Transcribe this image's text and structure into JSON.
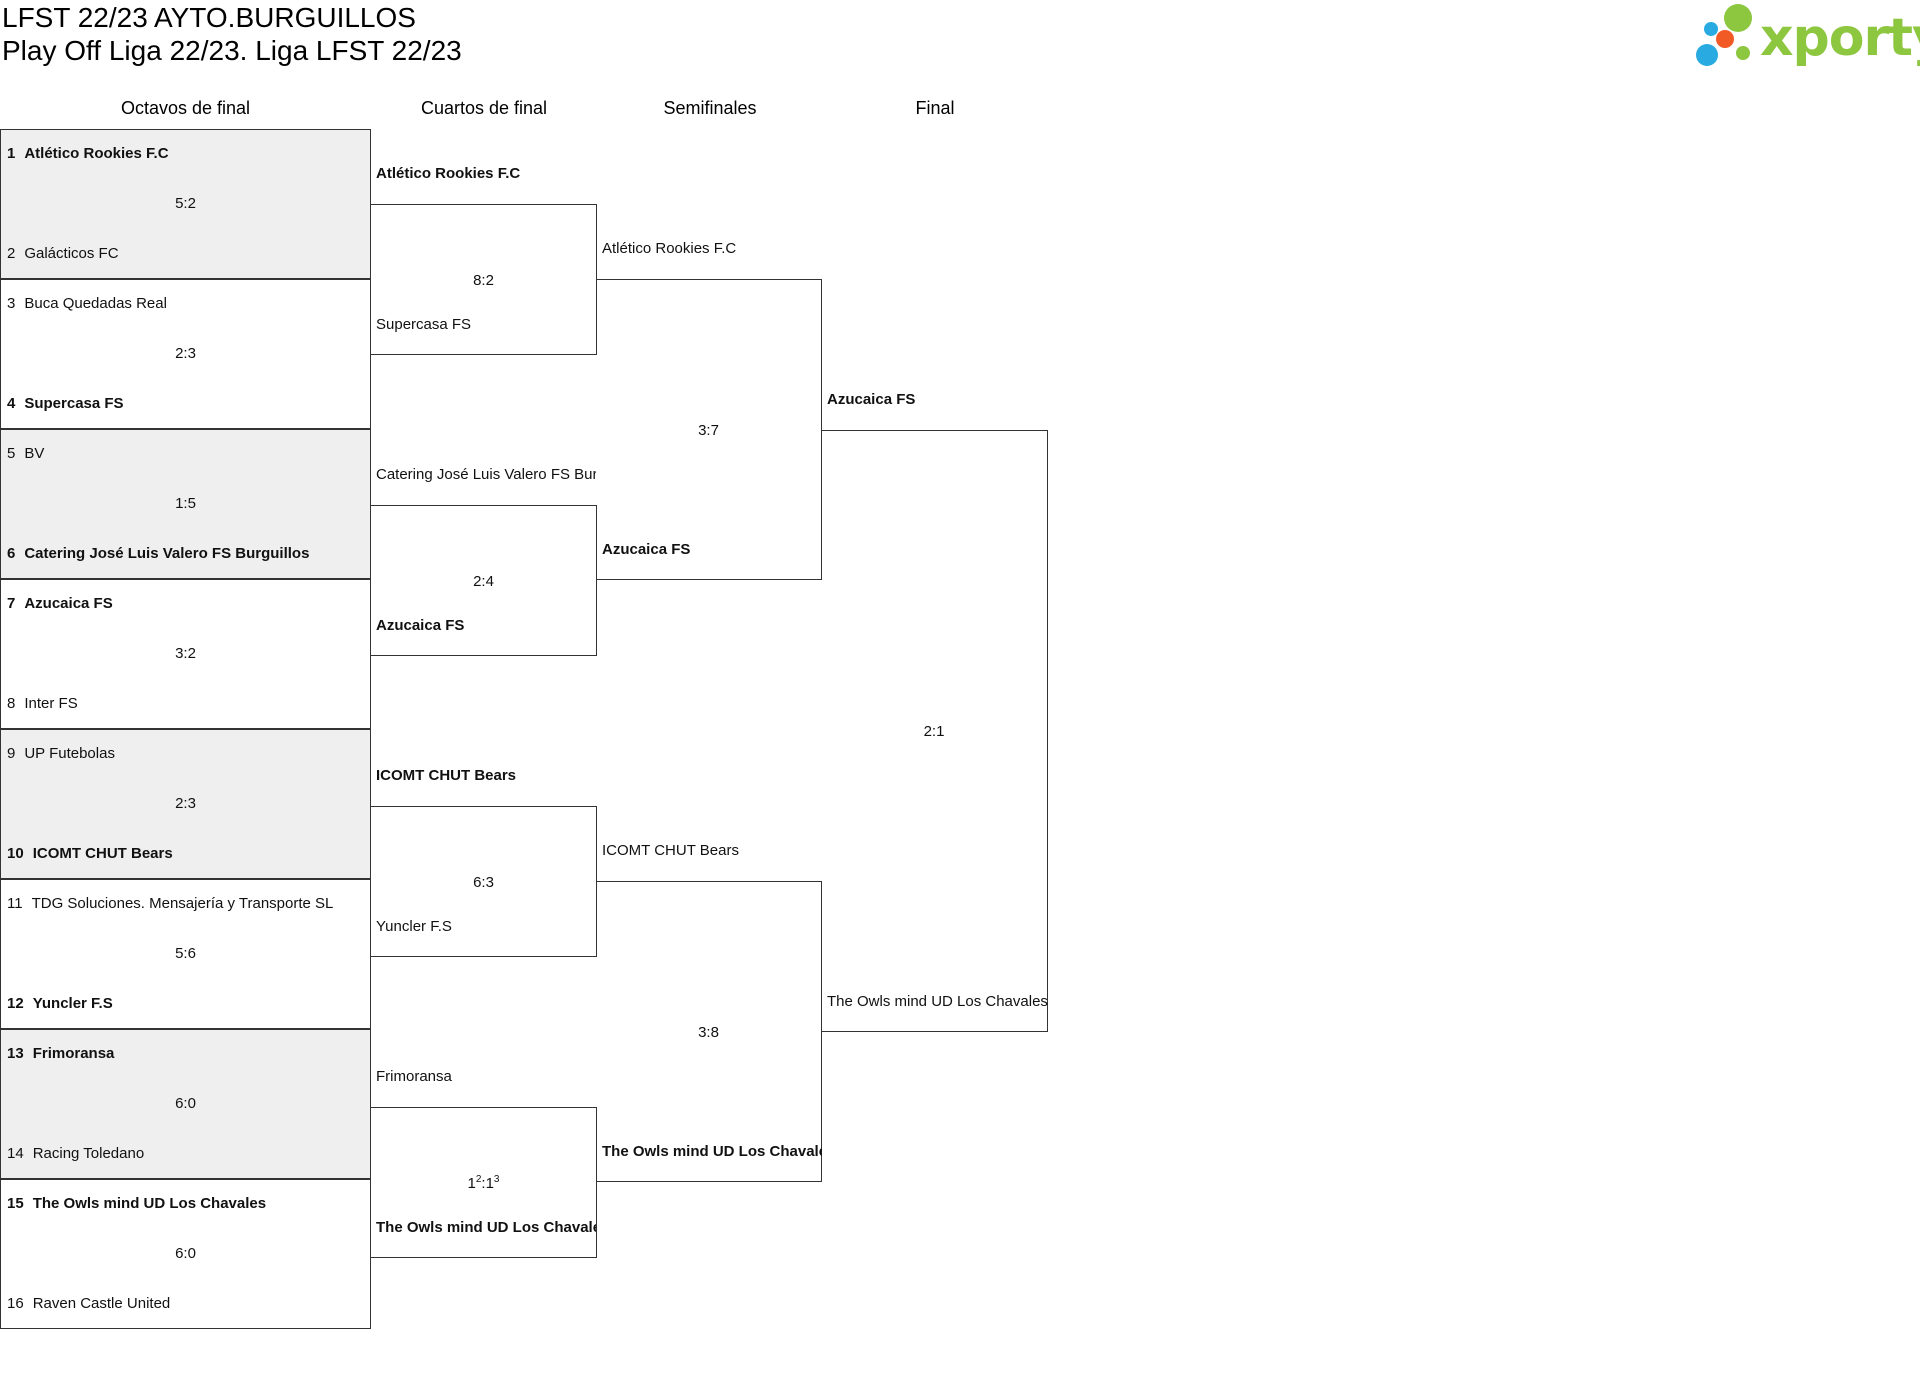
{
  "header": {
    "title_line1": "LFST 22/23 AYTO.BURGUILLOS",
    "title_line2": "Play Off Liga 22/23. Liga LFST 22/23"
  },
  "logo": {
    "text": "xporty",
    "colors": {
      "green": "#8dc63f",
      "orange": "#f15a24",
      "blue": "#29abe2"
    }
  },
  "rounds": {
    "r16": "Octavos de final",
    "qf": "Cuartos de final",
    "sf": "Semifinales",
    "final": "Final"
  },
  "r16": [
    {
      "top": {
        "seed": "1",
        "name": "Atlético Rookies F.C",
        "win": true
      },
      "bottom": {
        "seed": "2",
        "name": "Galácticos FC",
        "win": false
      },
      "score": "5:2",
      "shaded": true
    },
    {
      "top": {
        "seed": "3",
        "name": "Buca Quedadas Real",
        "win": false
      },
      "bottom": {
        "seed": "4",
        "name": "Supercasa FS",
        "win": true
      },
      "score": "2:3",
      "shaded": false
    },
    {
      "top": {
        "seed": "5",
        "name": "BV",
        "win": false
      },
      "bottom": {
        "seed": "6",
        "name": "Catering José Luis Valero FS Burguillos",
        "win": true
      },
      "score": "1:5",
      "shaded": true
    },
    {
      "top": {
        "seed": "7",
        "name": "Azucaica FS",
        "win": true
      },
      "bottom": {
        "seed": "8",
        "name": "Inter FS",
        "win": false
      },
      "score": "3:2",
      "shaded": false
    },
    {
      "top": {
        "seed": "9",
        "name": "UP Futebolas",
        "win": false
      },
      "bottom": {
        "seed": "10",
        "name": "ICOMT CHUT Bears",
        "win": true
      },
      "score": "2:3",
      "shaded": true
    },
    {
      "top": {
        "seed": "11",
        "name": "TDG Soluciones. Mensajería y Transporte SL",
        "win": false
      },
      "bottom": {
        "seed": "12",
        "name": "Yuncler F.S",
        "win": true
      },
      "score": "5:6",
      "shaded": false
    },
    {
      "top": {
        "seed": "13",
        "name": "Frimoransa",
        "win": true
      },
      "bottom": {
        "seed": "14",
        "name": "Racing Toledano",
        "win": false
      },
      "score": "6:0",
      "shaded": true
    },
    {
      "top": {
        "seed": "15",
        "name": "The Owls mind UD Los Chavales",
        "win": true
      },
      "bottom": {
        "seed": "16",
        "name": "Raven Castle United",
        "win": false
      },
      "score": "6:0",
      "shaded": false
    }
  ],
  "qf": [
    {
      "top": {
        "name": "Atlético Rookies F.C",
        "win": true
      },
      "bottom": {
        "name": "Supercasa FS",
        "win": false
      },
      "score": "8:2"
    },
    {
      "top": {
        "name": "Catering José Luis Valero FS Burguillos",
        "win": false
      },
      "bottom": {
        "name": "Azucaica FS",
        "win": true
      },
      "score": "2:4"
    },
    {
      "top": {
        "name": "ICOMT CHUT Bears",
        "win": true
      },
      "bottom": {
        "name": "Yuncler F.S",
        "win": false
      },
      "score": "6:3"
    },
    {
      "top": {
        "name": "Frimoransa",
        "win": false
      },
      "bottom": {
        "name": "The Owls mind UD Los Chavales",
        "win": true
      },
      "score": "1:1",
      "score_sup_home": "2",
      "score_sup_away": "3"
    }
  ],
  "sf": [
    {
      "top": {
        "name": "Atlético Rookies F.C",
        "win": false
      },
      "bottom": {
        "name": "Azucaica FS",
        "win": true
      },
      "score": "3:7"
    },
    {
      "top": {
        "name": "ICOMT CHUT Bears",
        "win": false
      },
      "bottom": {
        "name": "The Owls mind UD Los Chavales",
        "win": true
      },
      "score": "3:8"
    }
  ],
  "final": [
    {
      "top": {
        "name": "Azucaica FS",
        "win": true
      },
      "bottom": {
        "name": "The Owls mind UD Los Chavales",
        "win": false
      },
      "score": "2:1"
    }
  ]
}
